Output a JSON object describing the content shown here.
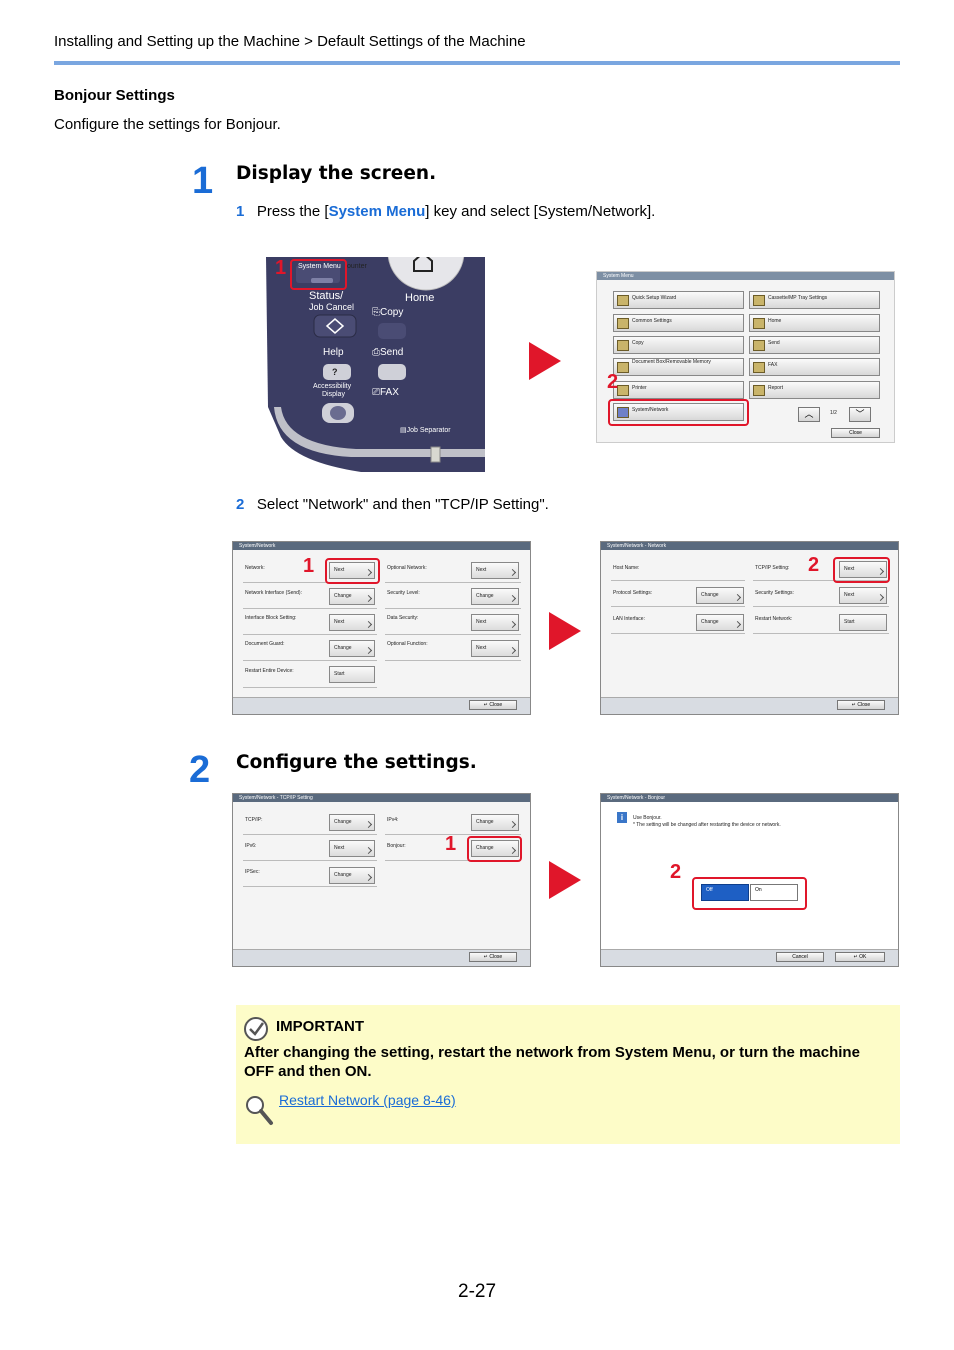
{
  "header": {
    "breadcrumb": "Installing and Setting up the Machine > Default Settings of the Machine"
  },
  "section": {
    "title": "Bonjour Settings",
    "description": "Configure the settings for Bonjour."
  },
  "step1": {
    "number": "1",
    "heading": "Display the screen.",
    "sub1": {
      "num": "1",
      "pre": "Press the [",
      "key": "System Menu",
      "post": "] key and select [System/Network]."
    },
    "sub2": {
      "num": "2",
      "text": "Select \"Network\" and then \"TCP/IP Setting\"."
    }
  },
  "step2": {
    "number": "2",
    "heading": "Configure the settings."
  },
  "panel": {
    "system_menu": "System Menu",
    "counter": "ounter",
    "status": "Status/",
    "job_cancel": "Job Cancel",
    "home": "Home",
    "copy": "Copy",
    "help": "Help",
    "help_key": "?",
    "send": "Send",
    "accessibility": "Accessibility",
    "display": "Display",
    "fax": "FAX",
    "job_separator": "Job Separator",
    "callout1": "1"
  },
  "system_menu_screen": {
    "title": "System Menu",
    "callout": "2",
    "page": "1/2",
    "close": "Close",
    "items": [
      "Quick Setup Wizard",
      "Cassette/MP Tray Settings",
      "Common Settings",
      "Home",
      "Copy",
      "Send",
      "Document Box/Removable Memory",
      "FAX",
      "Printer",
      "Report",
      "System/Network"
    ]
  },
  "network_screen": {
    "title": "System/Network",
    "callout": "1",
    "close": "Close",
    "left": [
      {
        "label": "Network:",
        "btn": "Next"
      },
      {
        "label": "Network Interface (Send):",
        "btn": "Change"
      },
      {
        "label": "Interface Block Setting:",
        "btn": "Next"
      },
      {
        "label": "Document Guard:",
        "btn": "Change"
      },
      {
        "label": "Restart Entire Device:",
        "btn": "Start"
      }
    ],
    "right": [
      {
        "label": "Optional Network:",
        "btn": "Next"
      },
      {
        "label": "Security Level:",
        "btn": "Change"
      },
      {
        "label": "Data Security:",
        "btn": "Next"
      },
      {
        "label": "Optional Function:",
        "btn": "Next"
      }
    ]
  },
  "network2_screen": {
    "title": "System/Network - Network",
    "callout": "2",
    "close": "Close",
    "left": [
      {
        "label": "Host Name:",
        "btn": ""
      },
      {
        "label": "Protocol Settings:",
        "btn": "Change"
      },
      {
        "label": "LAN Interface:",
        "btn": "Change"
      }
    ],
    "right": [
      {
        "label": "TCP/IP Setting:",
        "btn": "Next"
      },
      {
        "label": "Security Settings:",
        "btn": "Next"
      },
      {
        "label": "Restart Network:",
        "btn": "Start"
      }
    ]
  },
  "tcpip_screen": {
    "title": "System/Network - TCP/IP Setting",
    "callout": "1",
    "close": "Close",
    "left": [
      {
        "label": "TCP/IP:",
        "btn": "Change"
      },
      {
        "label": "IPv6:",
        "btn": "Next"
      },
      {
        "label": "IPSec:",
        "btn": "Change"
      }
    ],
    "right": [
      {
        "label": "IPv4:",
        "btn": "Change"
      },
      {
        "label": "Bonjour:",
        "btn": "Change"
      }
    ]
  },
  "bonjour_screen": {
    "title": "System/Network - Bonjour",
    "callout": "2",
    "line1": "Use Bonjour.",
    "line2": "* The setting will be changed after restarting the device or network.",
    "off": "Off",
    "on": "On",
    "cancel": "Cancel",
    "ok": "OK"
  },
  "important": {
    "label": "IMPORTANT",
    "text": "After changing the setting, restart the network from System Menu, or turn the machine OFF and then ON.",
    "link": "Restart Network (page 8-46)"
  },
  "footer": {
    "page_number": "2-27"
  },
  "colors": {
    "accent": "#1a6cd6",
    "callout": "#e0162a",
    "rule": "#7aa6e0",
    "important_bg": "#fdfcc8"
  }
}
